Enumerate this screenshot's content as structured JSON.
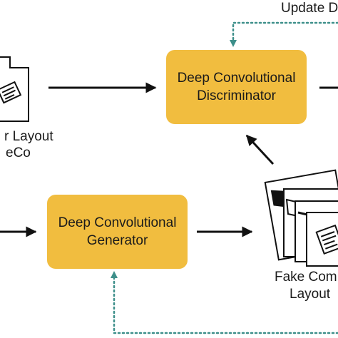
{
  "labels": {
    "update_discriminator": "Update D",
    "real_layout_line1": "r Layout",
    "real_layout_line2": "eCo",
    "fake_layout_line1": "Fake Com",
    "fake_layout_line2": "Layout"
  },
  "nodes": {
    "discriminator": {
      "line1": "Deep Convolutional",
      "line2": "Discriminator"
    },
    "generator": {
      "line1": "Deep Convolutional",
      "line2": "Generator"
    }
  },
  "colors": {
    "node_fill": "#f1bd3f",
    "feedback_arrow": "#3d8f8a",
    "arrow": "#111111"
  }
}
